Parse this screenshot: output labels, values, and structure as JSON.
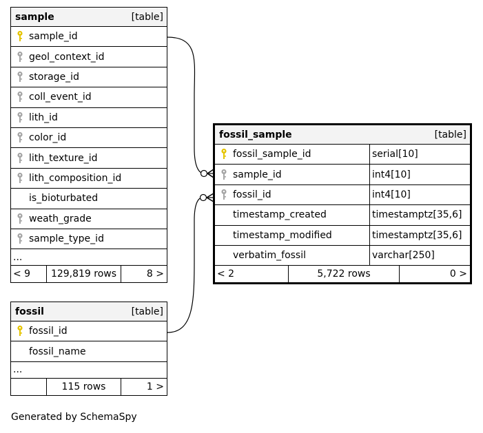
{
  "tables": {
    "sample": {
      "name": "sample",
      "kind": "[table]",
      "columns": [
        {
          "name": "sample_id",
          "key": "primary"
        },
        {
          "name": "geol_context_id",
          "key": "foreign"
        },
        {
          "name": "storage_id",
          "key": "foreign"
        },
        {
          "name": "coll_event_id",
          "key": "foreign"
        },
        {
          "name": "lith_id",
          "key": "foreign"
        },
        {
          "name": "color_id",
          "key": "foreign"
        },
        {
          "name": "lith_texture_id",
          "key": "foreign"
        },
        {
          "name": "lith_composition_id",
          "key": "foreign"
        },
        {
          "name": "is_bioturbated",
          "key": "none"
        },
        {
          "name": "weath_grade",
          "key": "foreign"
        },
        {
          "name": "sample_type_id",
          "key": "foreign"
        }
      ],
      "ellipsis": "...",
      "footer": {
        "parents": "< 9",
        "rows": "129,819 rows",
        "children": "8 >"
      }
    },
    "fossil": {
      "name": "fossil",
      "kind": "[table]",
      "columns": [
        {
          "name": "fossil_id",
          "key": "primary"
        },
        {
          "name": "fossil_name",
          "key": "none"
        }
      ],
      "ellipsis": "...",
      "footer": {
        "parents": "",
        "rows": "115 rows",
        "children": "1 >"
      }
    },
    "fossil_sample": {
      "name": "fossil_sample",
      "kind": "[table]",
      "columns": [
        {
          "name": "fossil_sample_id",
          "key": "primary",
          "type": "serial[10]"
        },
        {
          "name": "sample_id",
          "key": "foreign",
          "type": "int4[10]"
        },
        {
          "name": "fossil_id",
          "key": "foreign",
          "type": "int4[10]"
        },
        {
          "name": "timestamp_created",
          "key": "none",
          "type": "timestamptz[35,6]"
        },
        {
          "name": "timestamp_modified",
          "key": "none",
          "type": "timestamptz[35,6]"
        },
        {
          "name": "verbatim_fossil",
          "key": "none",
          "type": "varchar[250]"
        }
      ],
      "footer": {
        "parents": "< 2",
        "rows": "5,722 rows",
        "children": "0 >"
      }
    }
  },
  "relationships": [
    {
      "from": "sample.sample_id",
      "to": "fossil_sample.sample_id"
    },
    {
      "from": "fossil.fossil_id",
      "to": "fossil_sample.fossil_id"
    }
  ],
  "colors": {
    "primary_key": "#e5c400",
    "foreign_key": "#a6a6a6",
    "header_bg": "#f3f3f3"
  },
  "caption": "Generated by SchemaSpy"
}
